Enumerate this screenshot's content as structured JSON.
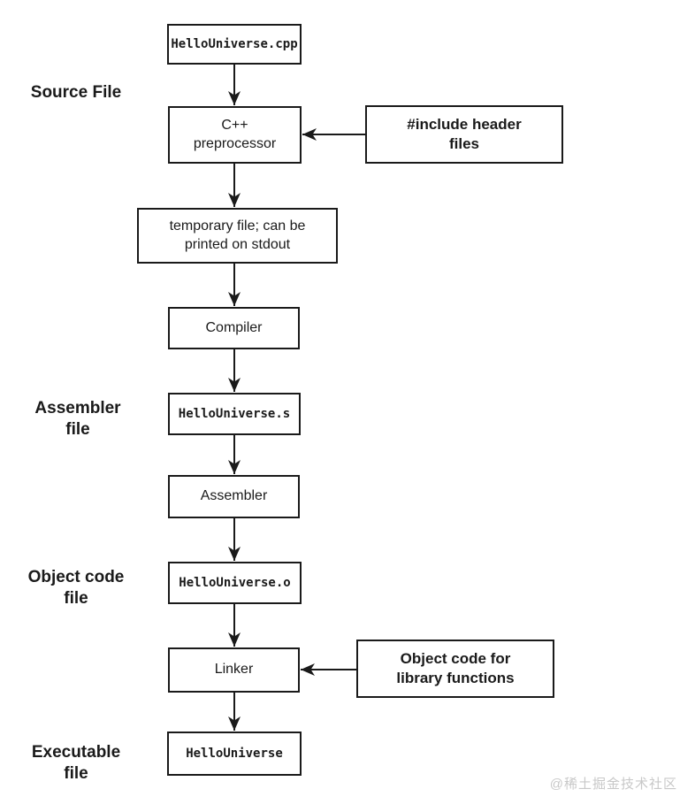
{
  "diagram": {
    "title": "C++ compilation process flowchart",
    "stage_labels": {
      "source_file": "Source File",
      "assembler_file": "Assembler\nfile",
      "object_code_file": "Object code\nfile",
      "executable_file": "Executable\nfile"
    },
    "nodes": {
      "source": "HelloUniverse.cpp",
      "preprocessor": "C++\npreprocessor",
      "temp_file": "temporary file; can be\nprinted on stdout",
      "compiler": "Compiler",
      "assembly_file": "HelloUniverse.s",
      "assembler": "Assembler",
      "object_file": "HelloUniverse.o",
      "linker": "Linker",
      "executable": "HelloUniverse"
    },
    "side_notes": {
      "include_headers": "#include header\nfiles",
      "object_code_lib": "Object code for\nlibrary functions"
    },
    "colors": {
      "line": "#1a1a1a",
      "background": "#ffffff",
      "watermark": "#c8c8c8"
    }
  },
  "watermark": "@稀土掘金技术社区"
}
